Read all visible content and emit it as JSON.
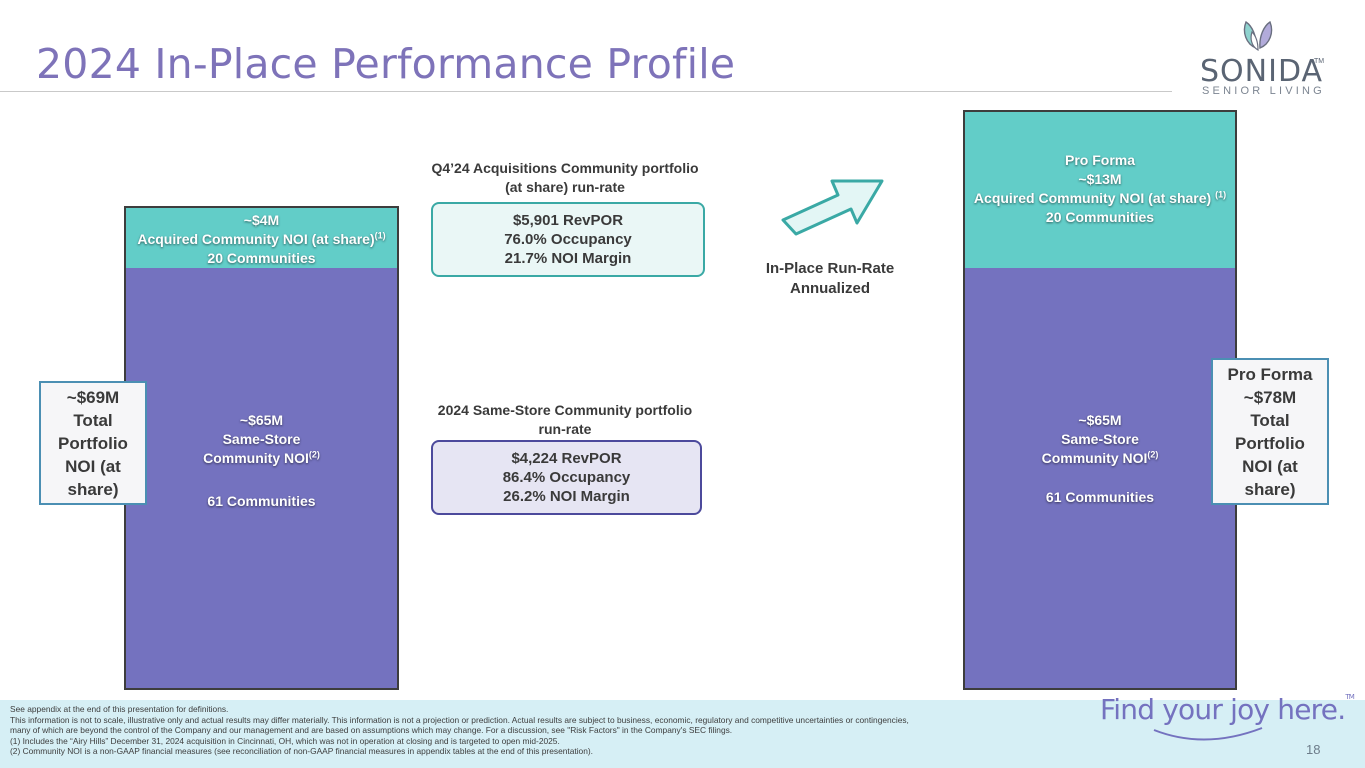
{
  "page": {
    "title": "2024 In-Place Performance Profile",
    "page_number": "18"
  },
  "logo": {
    "word": "SONIDA",
    "tm": "TM",
    "sub": "SENIOR LIVING"
  },
  "left_bar": {
    "acq_line1": "~$4M",
    "acq_line2": "Acquired Community NOI (at share)",
    "acq_sup": "(1)",
    "acq_line3": "20 Communities",
    "ss_line1": "~$65M",
    "ss_line2": "Same-Store",
    "ss_line3": "Community NOI",
    "ss_sup": "(2)",
    "ss_line4": "61 Communities"
  },
  "left_callout": {
    "lines": [
      "~$69M",
      "Total",
      "Portfolio",
      "NOI (at",
      "share)"
    ]
  },
  "acq_panel": {
    "title1": "Q4’24 Acquisitions Community portfolio",
    "title2": "(at share) run-rate",
    "stat1": "$5,901 RevPOR",
    "stat2": "76.0% Occupancy",
    "stat3": "21.7% NOI Margin"
  },
  "ss_panel": {
    "title1": "2024 Same-Store Community portfolio",
    "title2": "run-rate",
    "stat1": "$4,224 RevPOR",
    "stat2": "86.4% Occupancy",
    "stat3": "26.2% NOI Margin"
  },
  "run_rate": {
    "line1": "In-Place Run-Rate",
    "line2": "Annualized"
  },
  "right_bar": {
    "acq_line1": "Pro Forma",
    "acq_line2": "~$13M",
    "acq_line3": "Acquired Community NOI (at share)",
    "acq_sup": "(1)",
    "acq_line4": "20 Communities",
    "ss_line1": "~$65M",
    "ss_line2": "Same-Store",
    "ss_line3": "Community NOI",
    "ss_sup": "(2)",
    "ss_line4": "61 Communities"
  },
  "right_callout": {
    "lines": [
      "Pro Forma",
      "~$78M",
      "Total",
      "Portfolio",
      "NOI (at",
      "share)"
    ]
  },
  "footer": {
    "tagline": "Find your joy here.",
    "tagline_tm": "TM",
    "note1": "See appendix at the end of this presentation for definitions.",
    "note2": "This information is not to scale, illustrative only and actual results may differ materially. This information is not a projection or prediction. Actual results are subject to business, economic, regulatory and competitive uncertainties or contingencies,",
    "note3": "many of which are beyond the control of the Company and our management and are based on assumptions which may change. For a discussion, see \"Risk Factors\" in the Company's SEC filings.",
    "note4": "(1) Includes the “Airy Hills” December 31, 2024 acquisition in Cincinnati, OH, which was not in operation at closing and is targeted to open mid-2025.",
    "note5": "(2) Community NOI is a non-GAAP financial measures (see reconciliation of non-GAAP financial measures in appendix tables at the end of this presentation)."
  },
  "colors": {
    "title": "#7e73b9",
    "teal": "#62cdc8",
    "purple": "#7472bf",
    "callout_border": "#4b8fb3",
    "footer_bg": "#d6eff5"
  }
}
